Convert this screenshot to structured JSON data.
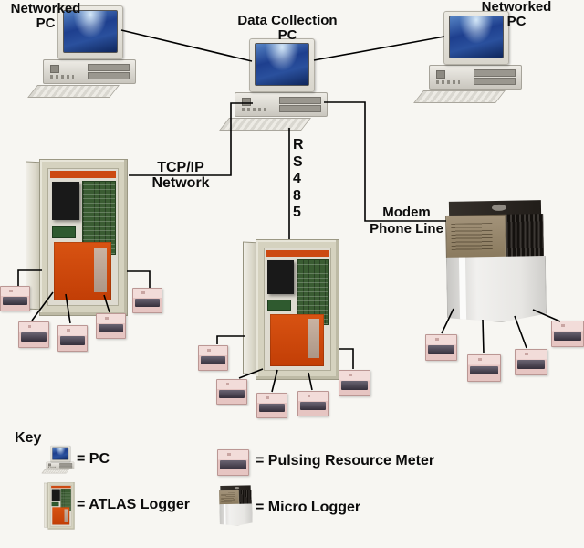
{
  "labels": {
    "left_pc": "Networked\nPC",
    "center_pc": "Data Collection\nPC",
    "right_pc": "Networked\nPC",
    "tcpip": "TCP/IP\nNetwork",
    "rs485": "RS485",
    "modem": "Modem\nPhone Line"
  },
  "key": {
    "title": "Key",
    "items": [
      {
        "icon": "pc-icon",
        "label": "= PC"
      },
      {
        "icon": "pulsing-resource-meter-icon",
        "label": "= Pulsing Resource Meter"
      },
      {
        "icon": "atlas-logger-icon",
        "label": "= ATLAS Logger"
      },
      {
        "icon": "micro-logger-icon",
        "label": "= Micro Logger"
      }
    ]
  },
  "devices": {
    "pc_count": 3,
    "atlas_logger_count": 2,
    "micro_logger_count": 1,
    "pulsing_meter_count": 14
  },
  "colors": {
    "background": "#f7f6f2",
    "line": "#000000",
    "cabinet_beige": "#d5d2bf",
    "interior_orange": "#cf4a10",
    "pcb_green": "#3a5c32",
    "meter_pink": "#e8c9c6",
    "meter_band": "#3b3542",
    "screen_blue": "#1e3f8e",
    "micro_label_tan": "#94846a"
  }
}
